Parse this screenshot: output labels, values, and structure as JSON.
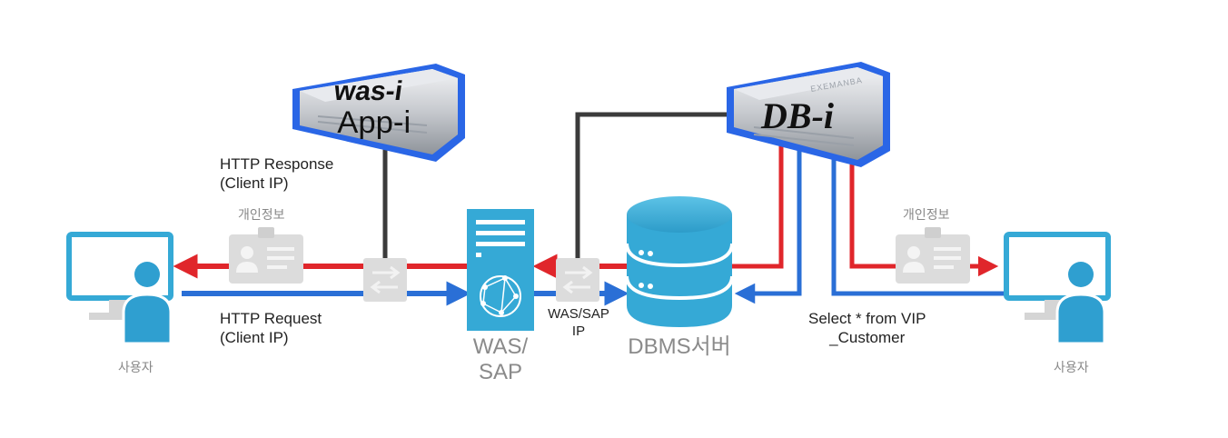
{
  "servers": {
    "was_agent": {
      "brand": "was-i",
      "product": "App-i"
    },
    "db_agent": {
      "brand": "DB-i",
      "vendor": "EXEMANBA"
    }
  },
  "labels": {
    "http_response": "HTTP Response\n(Client IP)",
    "http_request": "HTTP Request\n(Client IP)",
    "privacy_left": "개인정보",
    "privacy_right": "개인정보",
    "user_left": "사용자",
    "user_right": "사용자",
    "was_sap": "WAS/\nSAP",
    "was_sap_ip": "WAS/SAP\nIP",
    "dbms": "DBMS서버",
    "query": "Select * from VIP\n_Customer"
  },
  "colors": {
    "red": "#e0262b",
    "blue": "#2a6fd6",
    "dark": "#3b3b3b",
    "cyan": "#35a9d6",
    "silver": "#c9ccd1"
  }
}
